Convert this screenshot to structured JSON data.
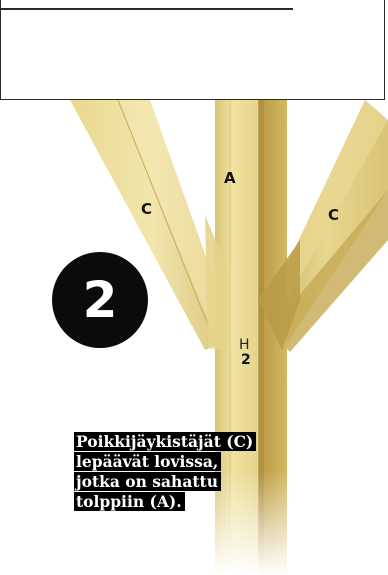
{
  "step": {
    "number": "2"
  },
  "labels": {
    "post": "A",
    "brace_left": "C",
    "brace_right": "C"
  },
  "height_marker": {
    "symbol": "H",
    "value": "2"
  },
  "caption": {
    "lines": [
      "Poikkijäykistäjät (C)",
      "lepäävät lovissa,",
      "jotka on sahattu",
      "tolppiin (A)."
    ]
  },
  "colors": {
    "wood_light": "#e9d98f",
    "wood_mid": "#d2bc6a",
    "wood_dark": "#a88a3c",
    "ink": "#0b0b0b"
  }
}
